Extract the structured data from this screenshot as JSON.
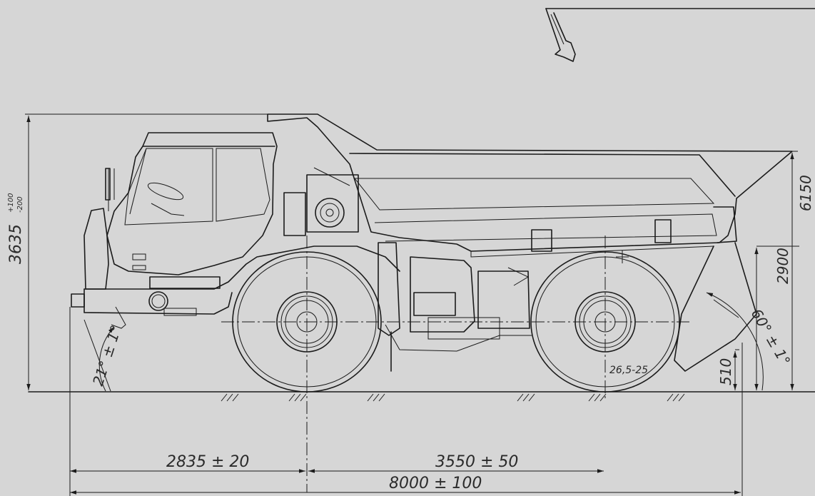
{
  "dimensions": {
    "front_overhang": "2835 ± 20",
    "wheelbase": "3550 ± 50",
    "overall_length": "8000 ± 100",
    "overall_height": "3635",
    "overall_height_tol_upper": "+100",
    "overall_height_tol_lower": "-200",
    "tipping_height": "6150",
    "body_height": "2900",
    "rear_clearance": "510",
    "approach_angle": "21° ± 1°",
    "tipping_angle": "60° ± 1°"
  },
  "tire_size": "26,5-25",
  "colors": {
    "background": "#d6d6d6",
    "line": "#1b1b1b"
  }
}
